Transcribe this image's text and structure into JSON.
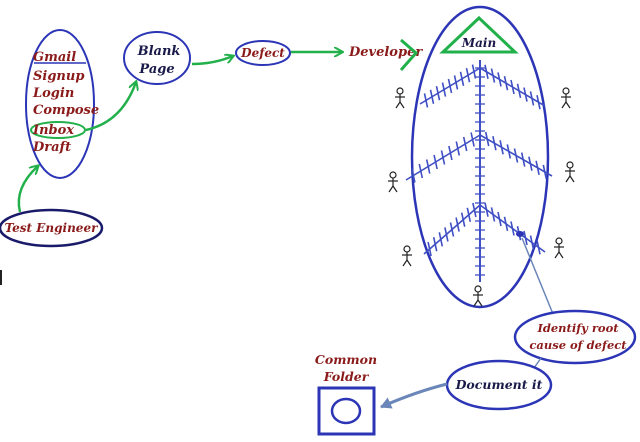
{
  "menu_items": [
    "Gmail",
    "Signup",
    "Login",
    "Compose",
    "Inbox",
    "Draft"
  ],
  "nodes": {
    "test_engineer": "Test Engineer",
    "blank_page_line1": "Blank",
    "blank_page_line2": "Page",
    "defect": "Defect",
    "developer": "Developer",
    "main": "Main",
    "identify_line1": "Identify root",
    "identify_line2": "cause of defect",
    "document": "Document it",
    "common_folder_line1": "Common",
    "common_folder_line2": "Folder"
  },
  "colors": {
    "ellipse_stroke": "#2b35b5",
    "flow_arrow": "#22b04b",
    "label_red": "#8b1a1a",
    "label_dark": "#1a1a4a",
    "fishbone": "#3f4fc4",
    "link_line": "#6b86b8"
  },
  "icons": {
    "stick_figure": "person-icon",
    "folder": "folder-icon"
  }
}
